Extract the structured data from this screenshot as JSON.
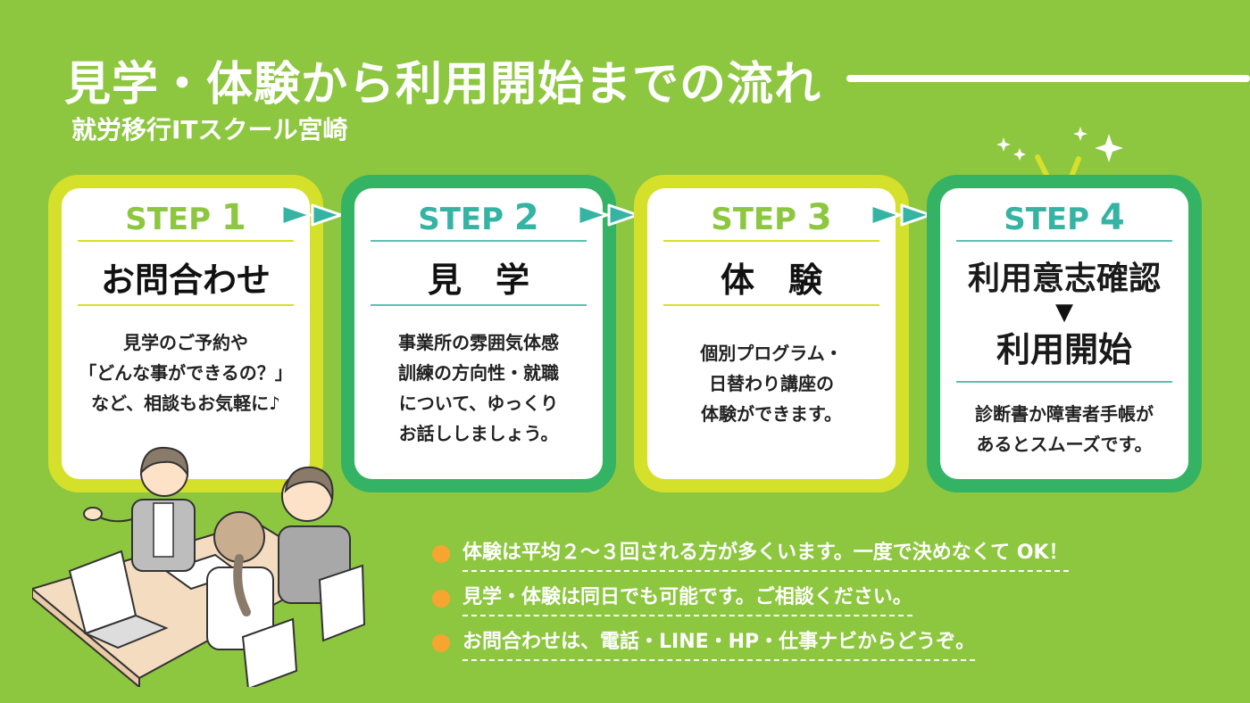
{
  "header": {
    "title": "見学・体験から利用開始までの流れ",
    "subtitle": "就労移行ITスクール宮崎"
  },
  "steps": [
    {
      "label": "STEP",
      "num": "1",
      "name": "お問合わせ",
      "desc": [
        "見学のご予約や",
        "「どんな事ができるの？」",
        "など、相談もお気軽に♪"
      ]
    },
    {
      "label": "STEP",
      "num": "2",
      "name": "見　学",
      "desc": [
        "事業所の雰囲気体感",
        "訓練の方向性・就職",
        "について、ゆっくり",
        "お話ししましょう。"
      ]
    },
    {
      "label": "STEP",
      "num": "3",
      "name": "体　験",
      "desc": [
        "個別プログラム・",
        "日替わり講座の",
        "体験ができます。"
      ]
    },
    {
      "label": "STEP",
      "num": "4",
      "name1": "利用意志確認",
      "triangle": "▼",
      "name2": "利用開始",
      "desc": [
        "診断書か障害者手帳が",
        "あるとスムーズです。"
      ]
    }
  ],
  "notes": [
    "体験は平均２～３回される方が多くいます。一度で決めなくて OK！",
    "見学・体験は同日でも可能です。ご相談ください。",
    "お問合わせは、電話・LINE・HP・仕事ナビからどうぞ。"
  ],
  "colors": {
    "background": "#8dc63f",
    "yellow_frame": "#d5e02a",
    "green_frame": "#35b364",
    "teal": "#35b3a3",
    "bullet": "#f7a531"
  }
}
